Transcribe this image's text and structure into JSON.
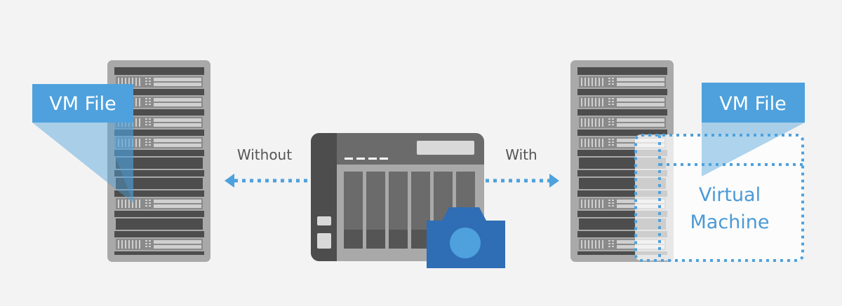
{
  "left": {
    "vm_file_label": "VM File",
    "arrow_label": "Without"
  },
  "right": {
    "vm_file_label": "VM File",
    "arrow_label": "With",
    "virtual_machine_line1": "Virtual",
    "virtual_machine_line2": "Machine"
  },
  "rack_units": [
    "server",
    "server",
    "server",
    "server",
    "blank",
    "blank",
    "server",
    "empty",
    "server"
  ],
  "colors": {
    "accent": "#4ea1dc",
    "camera": "#2f6db5",
    "camera_lens": "#4ea1dc",
    "rack_frame": "#a9a9a9",
    "rack_inner": "#4d4d4d",
    "background": "#f3f3f3"
  }
}
